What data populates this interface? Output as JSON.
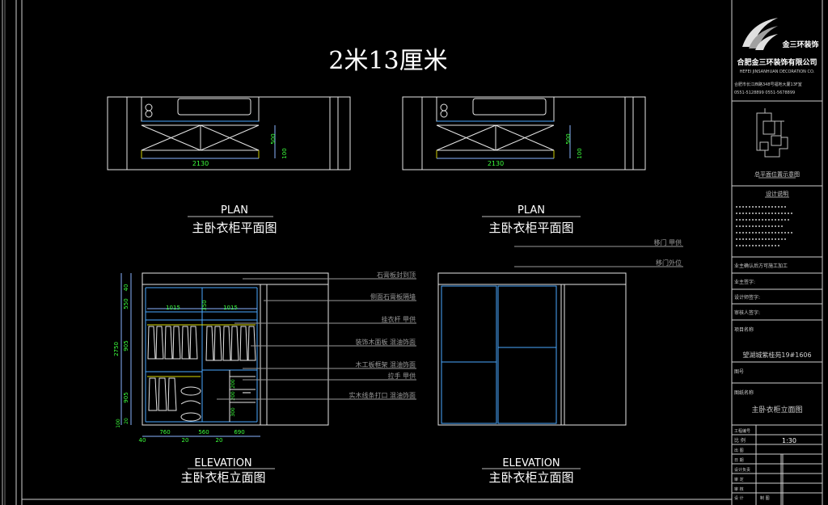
{
  "main_title": "2米13厘米",
  "plan_views": [
    {
      "dim_width": "2130",
      "dim_depth_1": "500",
      "dim_depth_2": "100",
      "label_en": "PLAN",
      "label_cn": "主卧衣柜平面图"
    },
    {
      "dim_width": "2130",
      "dim_depth_1": "500",
      "dim_depth_2": "100",
      "label_en": "PLAN",
      "label_cn": "主卧衣柜平面图"
    }
  ],
  "elevation_left": {
    "label_en": "ELEVATION",
    "label_cn": "主卧衣柜立面图",
    "dim_inner_1": "1015",
    "dim_inner_mid": "350",
    "dim_inner_2": "1015",
    "dim_total_height": "2750",
    "vertical_dims": [
      "40",
      "550",
      "905",
      "905",
      "20",
      "100"
    ],
    "bottom_dims": [
      "40",
      "760",
      "20",
      "560",
      "20",
      "690"
    ],
    "inner_dims": [
      "200",
      "200",
      "300"
    ],
    "annotations": [
      "石膏板封到顶",
      "侧面石膏板隔墙",
      "挂衣杆 甲供",
      "装饰木面板 混油饰面",
      "木工板框架 混油饰面",
      "拉手 甲供",
      "实木线条打口 混油饰面"
    ]
  },
  "elevation_right": {
    "label_en": "ELEVATION",
    "label_cn": "主卧衣柜立面图",
    "annotations": [
      "移门 甲供",
      "移门外位"
    ]
  },
  "title_block": {
    "company_logo_text": "金三环装饰",
    "company_name": "合肥金三环装饰有限公司",
    "company_name_en": "HEFEI JINSANHUAN DECORATION CO.",
    "company_address": "合肥市长江西路348号福地大厦13F室",
    "company_phone": "0551-5128899  0551-5678899",
    "keyplan_caption": "总平面位置示意图",
    "design_notes_title": "设计说明",
    "construction_note": "业主确认后方可施工加工",
    "owner_sign": "业主签字:",
    "designer_sign": "设计师签字:",
    "reviewer_sign": "审核人签字:",
    "project_name_label": "项目名称",
    "project_name": "望湖城紫桂苑19#1606",
    "drawing_no_label": "图号",
    "drawing_name_label": "图纸名称",
    "drawing_name": "主卧衣柜立面图",
    "scale_label": "比 例",
    "scale_value": "1:30",
    "rows": [
      "工程编号",
      "出 图",
      "日 期",
      "设计负责",
      "审 定",
      "审 核",
      "设 计",
      "制 图"
    ]
  }
}
